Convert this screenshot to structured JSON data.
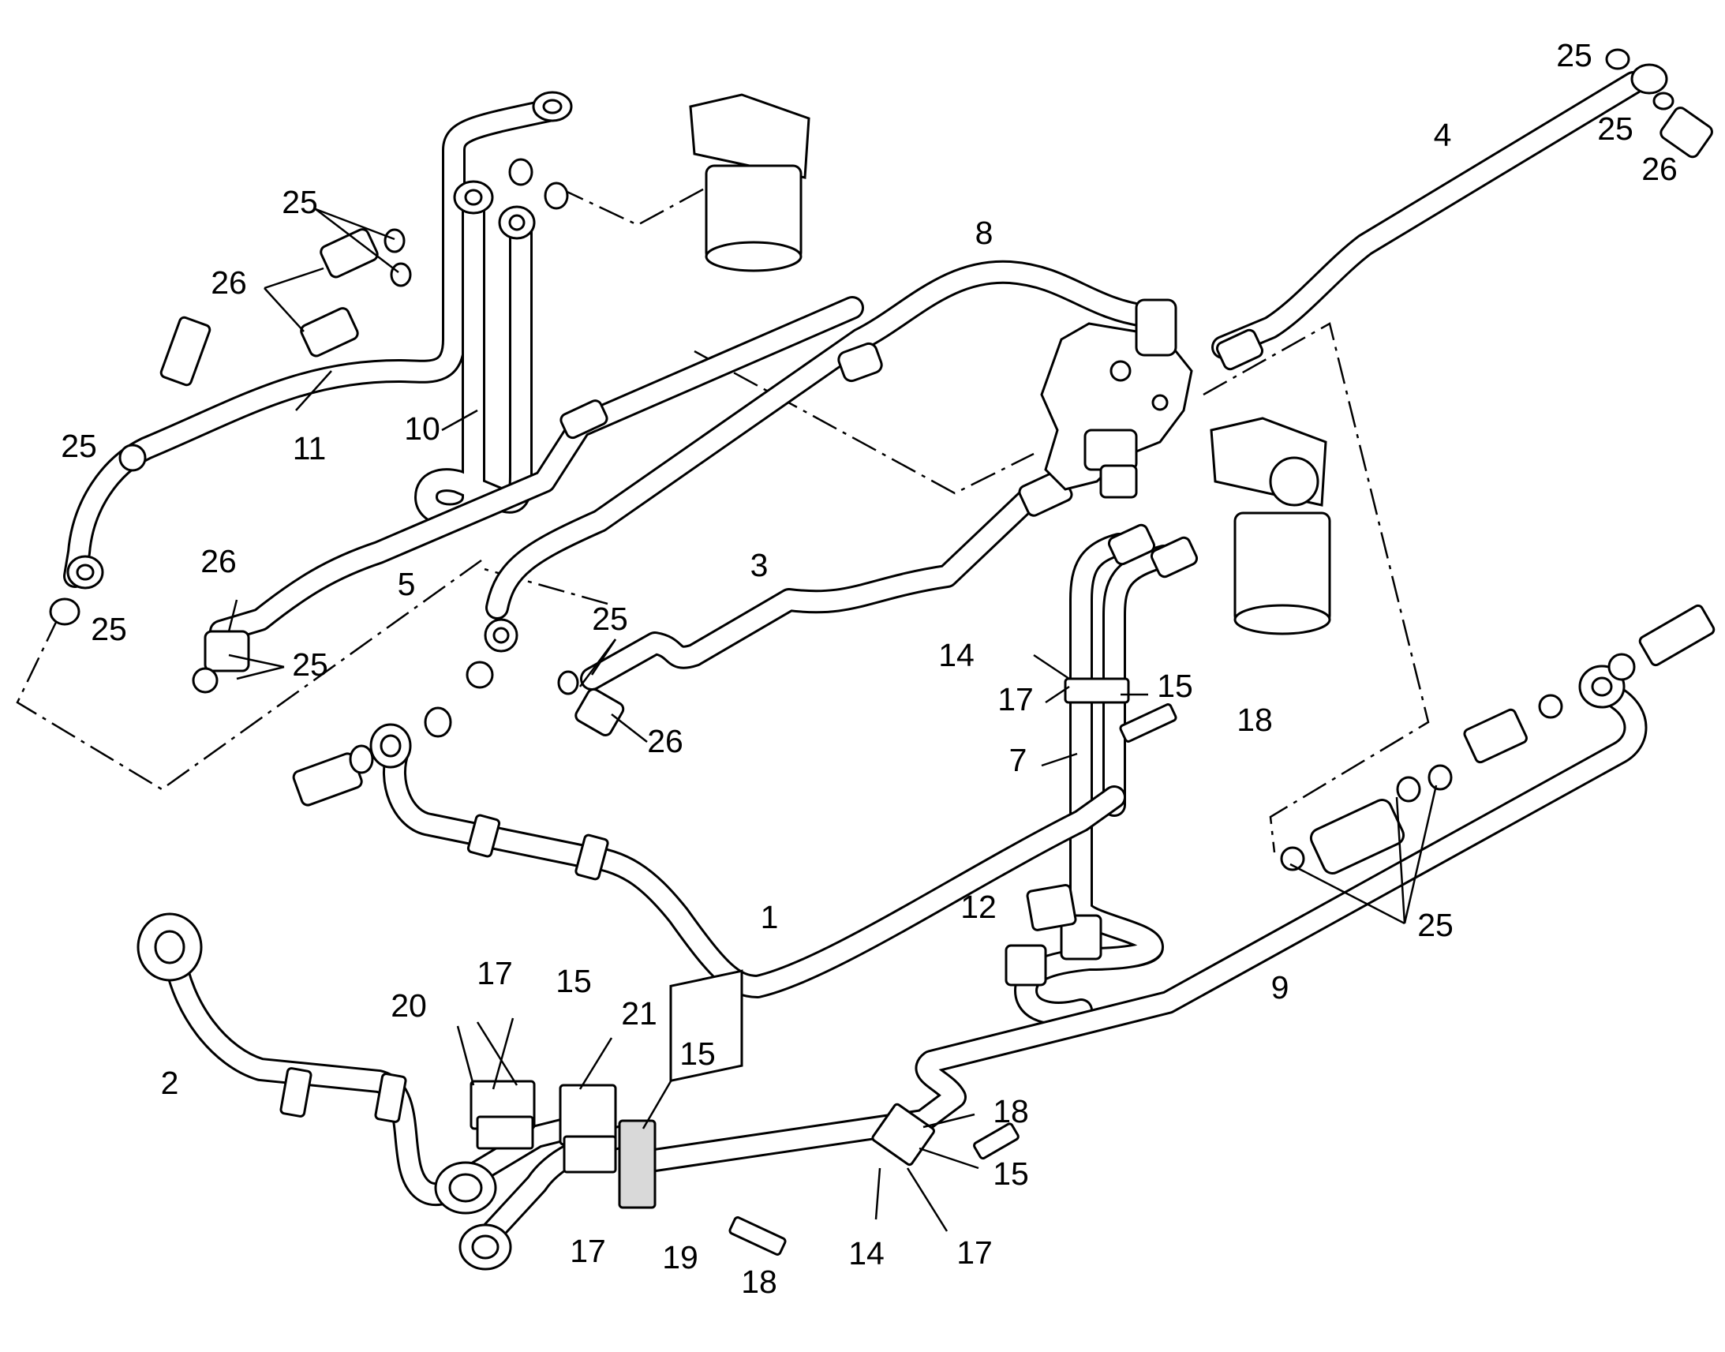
{
  "callouts": [
    {
      "id": "c1",
      "text": "1"
    },
    {
      "id": "c2",
      "text": "2"
    },
    {
      "id": "c3",
      "text": "3"
    },
    {
      "id": "c4",
      "text": "4"
    },
    {
      "id": "c5",
      "text": "5"
    },
    {
      "id": "c7",
      "text": "7"
    },
    {
      "id": "c8",
      "text": "8"
    },
    {
      "id": "c9",
      "text": "9"
    },
    {
      "id": "c10",
      "text": "10"
    },
    {
      "id": "c11",
      "text": "11"
    },
    {
      "id": "c12",
      "text": "12"
    },
    {
      "id": "c14a",
      "text": "14"
    },
    {
      "id": "c14b",
      "text": "14"
    },
    {
      "id": "c15a",
      "text": "15"
    },
    {
      "id": "c15b",
      "text": "15"
    },
    {
      "id": "c15c",
      "text": "15"
    },
    {
      "id": "c15d",
      "text": "15"
    },
    {
      "id": "c17a",
      "text": "17"
    },
    {
      "id": "c17b",
      "text": "17"
    },
    {
      "id": "c17c",
      "text": "17"
    },
    {
      "id": "c17d",
      "text": "17"
    },
    {
      "id": "c18a",
      "text": "18"
    },
    {
      "id": "c18b",
      "text": "18"
    },
    {
      "id": "c18c",
      "text": "18"
    },
    {
      "id": "c19",
      "text": "19"
    },
    {
      "id": "c20",
      "text": "20"
    },
    {
      "id": "c21",
      "text": "21"
    },
    {
      "id": "c25a",
      "text": "25"
    },
    {
      "id": "c25b",
      "text": "25"
    },
    {
      "id": "c25c",
      "text": "25"
    },
    {
      "id": "c25d",
      "text": "25"
    },
    {
      "id": "c25e",
      "text": "25"
    },
    {
      "id": "c25f",
      "text": "25"
    },
    {
      "id": "c25g",
      "text": "25"
    },
    {
      "id": "c25h",
      "text": "25"
    },
    {
      "id": "c26a",
      "text": "26"
    },
    {
      "id": "c26b",
      "text": "26"
    },
    {
      "id": "c26c",
      "text": "26"
    },
    {
      "id": "c26d",
      "text": "26"
    }
  ]
}
